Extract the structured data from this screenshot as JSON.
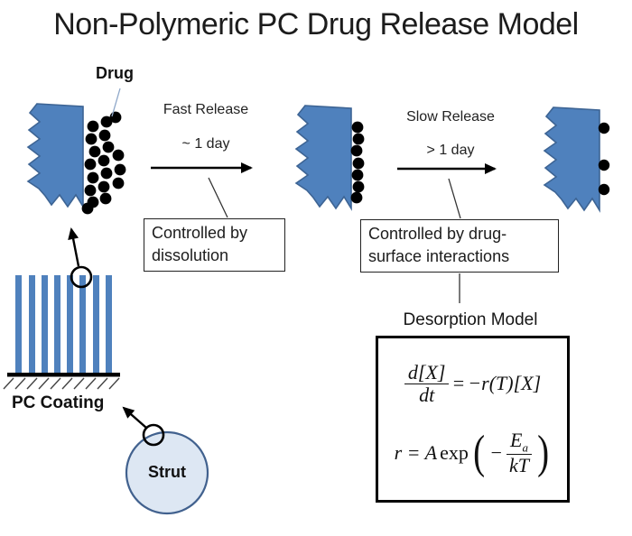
{
  "title": "Non-Polymeric PC Drug Release Model",
  "colors": {
    "strut_blue": "#4f81bd",
    "strut_border": "#3d6494",
    "strut_circle_fill": "#dde7f3",
    "dot_black": "#000000"
  },
  "labels": {
    "drug": "Drug",
    "pc_coating": "PC Coating",
    "strut": "Strut"
  },
  "stages": {
    "fast": {
      "title": "Fast Release",
      "duration": "~ 1 day",
      "mechanism": "Controlled by dissolution"
    },
    "slow": {
      "title": "Slow Release",
      "duration": "> 1 day",
      "mechanism": "Controlled by drug-surface interactions"
    }
  },
  "desorption": {
    "title": "Desorption Model",
    "eq1": {
      "num": "d[X]",
      "den": "dt",
      "mid": "=",
      "rhs": "−r(T)[X]"
    },
    "eq2": {
      "lhs": "r = A",
      "func": "exp",
      "open": "(",
      "minus": "−",
      "num": "E",
      "sub": "a",
      "den": "kT",
      "close": ")"
    }
  }
}
